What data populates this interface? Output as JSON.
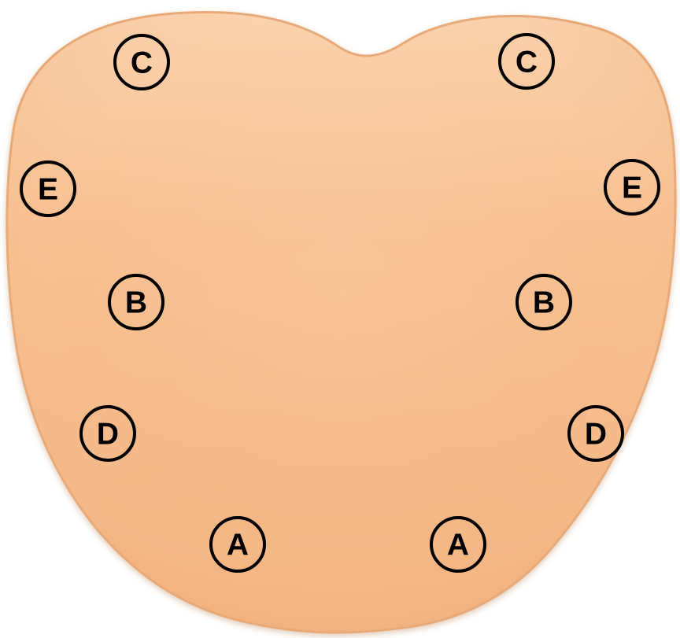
{
  "diagram": {
    "shape": "heart",
    "colors": {
      "fill": "#F8BE8E",
      "fill_light": "#FBD4B0",
      "fill_dark": "#E9A36D",
      "marker_stroke": "#000000",
      "marker_text": "#000000"
    },
    "markers": {
      "left_c": "C",
      "right_c": "C",
      "left_e": "E",
      "right_e": "E",
      "left_b": "B",
      "right_b": "B",
      "left_d": "D",
      "right_d": "D",
      "left_a": "A",
      "right_a": "A"
    }
  }
}
